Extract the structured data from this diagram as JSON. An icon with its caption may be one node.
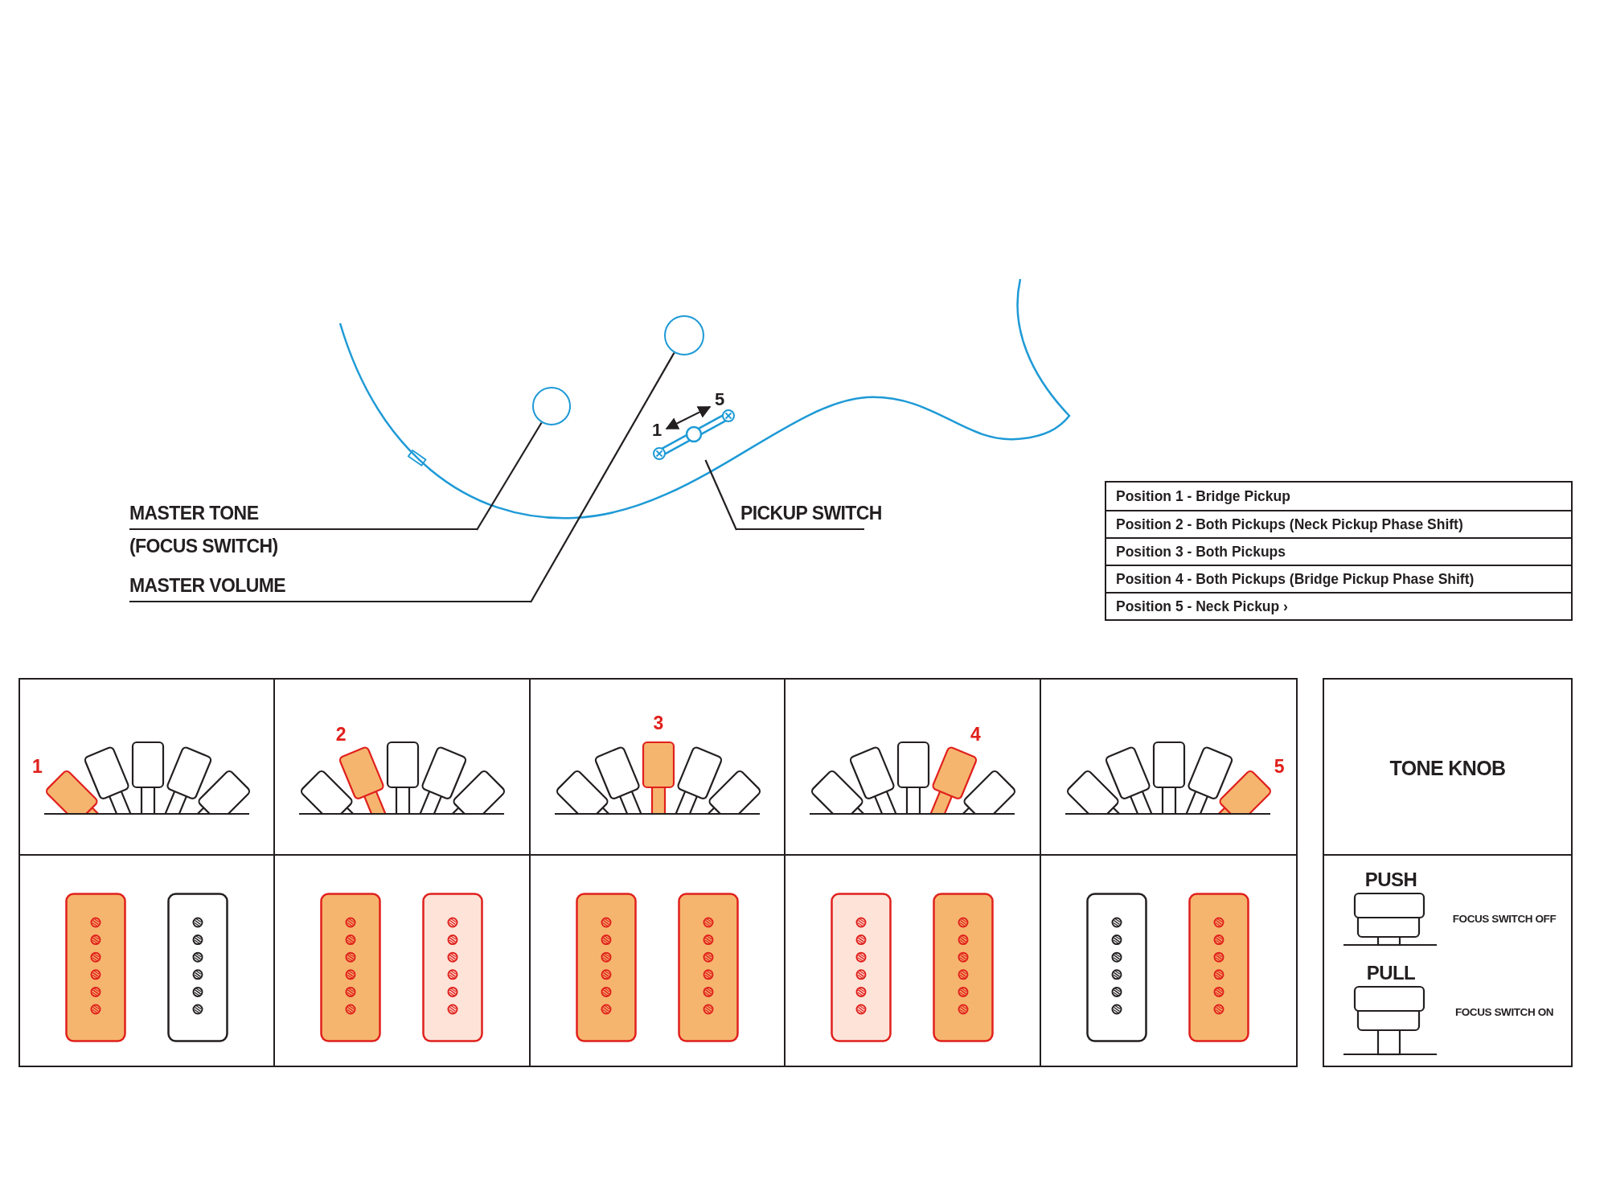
{
  "diagram": {
    "nodes": [
      {
        "text": [
          "MASTER TONE"
        ],
        "beside": [
          "(FOCUS SWITCH)"
        ]
      },
      {
        "text": [
          "MASTER VOLUME"
        ]
      },
      {
        "text": [
          "PICKUP SWITCH"
        ]
      },
      {
        "text": [],
        "shape": "circle"
      },
      {
        "text": [],
        "shape": "circle"
      },
      {
        "text": [],
        "shape": "picture"
      }
    ],
    "edges": [
      {
        "from": 0,
        "to": 3,
        "arrow": "none"
      },
      {
        "from": 1,
        "to": 4,
        "arrow": "none"
      },
      {
        "from": 2,
        "to": 5,
        "arrow": "none"
      }
    ],
    "labels": [
      "1",
      "5",
      "Position 1 - Bridge Pickup",
      "Position 2 - Both Pickups (Neck Pickup Phase Shift)",
      "Position 3 - Both Pickups",
      "Position 4 - Both Pickups (Bridge Pickup Phase Shift)",
      "Position 5 - Neck Pickup ›",
      "1",
      "2",
      "3",
      "4",
      "5",
      "TONE KNOB",
      "PUSH",
      "FOCUS SWITCH OFF",
      "PULL",
      "FOCUS SWITCH ON"
    ]
  }
}
